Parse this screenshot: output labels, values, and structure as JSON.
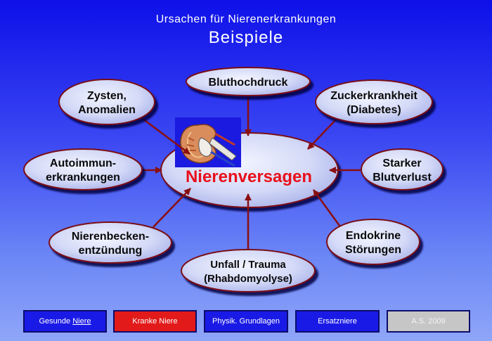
{
  "header": {
    "title": "Ursachen für Nierenerkrankungen",
    "subtitle": "Beispiele"
  },
  "center": {
    "label": "Nierenversagen",
    "image_icon": "kidney-cross-section-icon"
  },
  "nodes": [
    {
      "id": "bluthochdruck",
      "lines": [
        "Bluthochdruck"
      ]
    },
    {
      "id": "zysten",
      "lines": [
        "Zysten,",
        "Anomalien"
      ]
    },
    {
      "id": "zucker",
      "lines": [
        "Zuckerkrankheit",
        "(Diabetes)"
      ]
    },
    {
      "id": "autoimmun",
      "lines": [
        "Autoimmun-",
        "erkrankungen"
      ]
    },
    {
      "id": "blutverlust",
      "lines": [
        "Starker",
        "Blutverlust"
      ]
    },
    {
      "id": "nierenbecken",
      "lines": [
        "Nierenbecken-",
        "entzündung"
      ]
    },
    {
      "id": "endokrine",
      "lines": [
        "Endokrine",
        "Störungen"
      ]
    },
    {
      "id": "unfall",
      "lines": [
        "Unfall / Trauma",
        "(Rhabdomyolyse)"
      ]
    }
  ],
  "nav": {
    "gesunde_prefix": "Gesunde ",
    "gesunde_link": "Niere",
    "kranke": "Kranke Niere",
    "physik": "Physik. Grundlagen",
    "ersatz": "Ersatzniere",
    "credit": "A.S. 2009"
  },
  "colors": {
    "arrow": "#8a0f12",
    "bubble_fill": "#d6dcf8",
    "center_text": "#e8101c"
  }
}
